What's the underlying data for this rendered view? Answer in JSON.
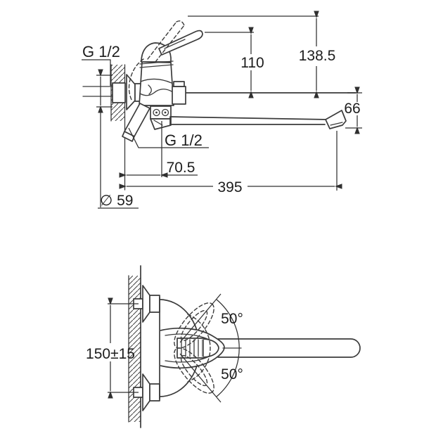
{
  "diagram": {
    "type": "technical-drawing",
    "subject": "wall-mounted single-lever mixer tap with long swivel spout, dimensioned front and top views",
    "background_color": "#ffffff",
    "line_color": "#3b3b3b",
    "text_color": "#1d1d1d",
    "views": {
      "front": {
        "name": "front-view",
        "labels": {
          "wall_thread": "G 1/2",
          "outlet_thread": "G 1/2",
          "handle_height": "110",
          "total_height": "138.5",
          "spout_drop": "66",
          "wall_to_axis": "70.5",
          "spout_reach": "395",
          "flange_diameter": "∅ 59"
        }
      },
      "top": {
        "name": "top-view",
        "labels": {
          "mounting_centers": "150±15",
          "swivel_angle_up": "50°",
          "swivel_angle_down": "50°"
        }
      }
    }
  }
}
